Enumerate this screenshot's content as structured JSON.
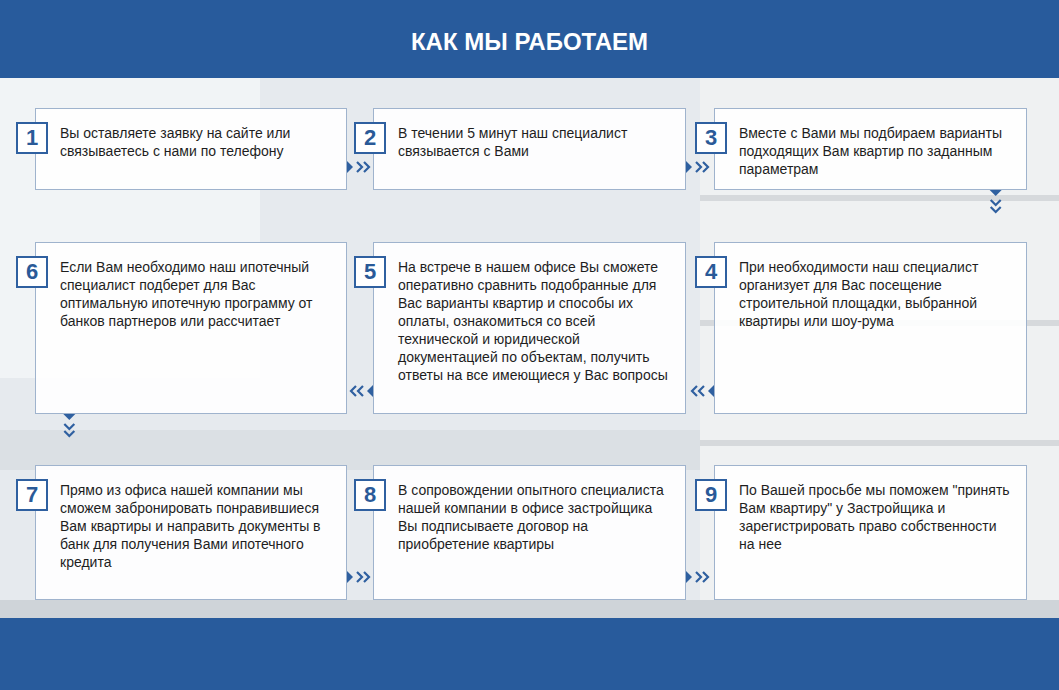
{
  "diagram": {
    "title": "КАК МЫ РАБОТАЕМ",
    "nodes": [
      {
        "text": [
          "1",
          "Вы оставляете заявку на сайте или связываетесь с нами по телефону"
        ]
      },
      {
        "text": [
          "2",
          "В течении 5 минут наш специалист связывается с Вами"
        ]
      },
      {
        "text": [
          "3",
          "Вместе с Вами мы подбираем варианты подходящих Вам квартир по заданным параметрам"
        ]
      },
      {
        "text": [
          "4",
          "При необходимости наш специалист организует для Вас посещение строительной площадки, выбранной квартиры или шоу-рума"
        ]
      },
      {
        "text": [
          "5",
          "На встрече в нашем офисе Вы сможете оперативно сравнить подобранные для Вас варианты квартир и способы их оплаты, ознакомиться со всей технической и юридической документацией по объектам, получить ответы на все имеющиеся у Вас вопросы"
        ]
      },
      {
        "text": [
          "6",
          "Если Вам необходимо наш ипотечный специалист подберет для Вас оптимальную ипотечную программу от банков партнеров или рассчитает"
        ]
      },
      {
        "text": [
          "7",
          "Прямо из офиса нашей компании мы сможем забронировать понравившиеся Вам квартиры и направить документы в банк для получения Вами ипотечного кредита"
        ]
      },
      {
        "text": [
          "8",
          "В сопровождении опытного специалиста нашей компании в офисе застройщика Вы подписываете договор на приобретение квартиры"
        ]
      },
      {
        "text": [
          "9",
          "По Вашей просьбе мы поможем \"принять Вам квартиру\" у Застройщика и зарегистрировать право собственности на нее"
        ]
      }
    ],
    "edges": [
      {
        "from": 0,
        "to": 1,
        "arrow": "to"
      },
      {
        "from": 1,
        "to": 2,
        "arrow": "to"
      },
      {
        "from": 2,
        "to": 3,
        "arrow": "to"
      },
      {
        "from": 3,
        "to": 4,
        "arrow": "to"
      },
      {
        "from": 4,
        "to": 5,
        "arrow": "to"
      },
      {
        "from": 5,
        "to": 6,
        "arrow": "to"
      },
      {
        "from": 6,
        "to": 7,
        "arrow": "to"
      },
      {
        "from": 7,
        "to": 8,
        "arrow": "to"
      }
    ]
  }
}
